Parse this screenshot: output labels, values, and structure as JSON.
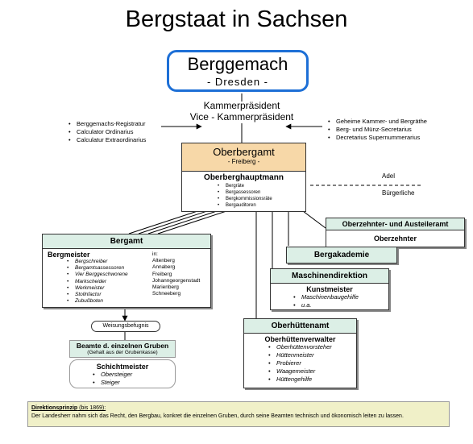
{
  "title": "Bergstaat in Sachsen",
  "berggemach": {
    "name": "Berggemach",
    "place": "- Dresden -"
  },
  "kammer": {
    "line1": "Kammerpräsident",
    "line2": "Vice - Kammerpräsident"
  },
  "left_staff": [
    "Berggemachs-Registratur",
    "Calculator Ordinarius",
    "Calculatur Extraordinarius"
  ],
  "right_staff": [
    "Geheime Kammer- und Bergräthe",
    "Berg- und Münz-Secretarius",
    "Decretarius Supernummerarius"
  ],
  "oberbergamt": {
    "name": "Oberbergamt",
    "place": "- Freiberg -",
    "head": "Oberberghauptmann",
    "members": [
      "Bergräte",
      "Bergassessoren",
      "Bergkommissionsräte",
      "Bergauditoren"
    ]
  },
  "adel": "Adel",
  "buergerliche": "Bürgerliche",
  "oberzehnter_amt": {
    "name": "Oberzehnter- und Austeileramt",
    "sub": "Oberzehnter"
  },
  "bergakademie": "Bergakademie",
  "maschinen": {
    "name": "Maschinendirektion",
    "head": "Kunstmeister",
    "items": [
      "Maschinenbaugehilfe",
      "u.a."
    ]
  },
  "bergamt": {
    "name": "Bergamt",
    "head": "Bergmeister",
    "items": [
      "Bergschreiber",
      "Bergamtsassessoren",
      "Vier Berggeschworene",
      "Markscheider",
      "Werkmeister",
      "Stollnfactor",
      "Zubußboten"
    ],
    "in_label": "in:",
    "places": [
      "Altenberg",
      "Annaberg",
      "Freiberg",
      "Johanngeorgenstadt",
      "Marienberg",
      "Schneeberg"
    ]
  },
  "weisung": "Weisungsbefugnis",
  "gruben": {
    "name": "Beamte d. einzelnen Gruben",
    "sub": "(Gehalt aus der Grubenkasse)",
    "head": "Schichtmeister",
    "items": [
      "Obersteiger",
      "Steiger"
    ]
  },
  "huettenamt": {
    "name": "Oberhüttenamt",
    "head": "Oberhüttenverwalter",
    "items": [
      "Oberhüttenvorsteher",
      "Hüttenmeister",
      "Probierer",
      "Waagemeister",
      "Hüttengehilfe"
    ]
  },
  "direktion": {
    "label": "Direktionsprinzip",
    "years": " (bis 1869):",
    "text": "Der Landesherr nahm sich das Recht, den Bergbau, konkret die einzelnen Gruben, durch seine Beamten technisch und ökonomisch leiten zu lassen."
  },
  "colors": {
    "blue_border": "#1d6fd6",
    "orange_head": "#f7d8a8",
    "green_head": "#dcefe6",
    "note_bg": "#f0f0c8"
  }
}
